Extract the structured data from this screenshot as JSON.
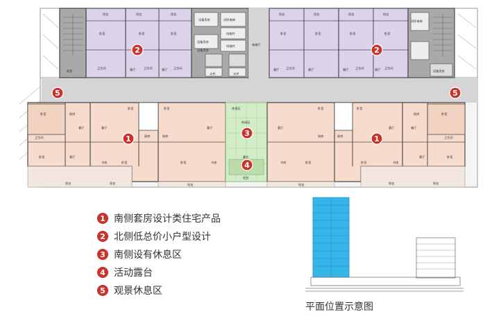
{
  "colors": {
    "badge": "#c8342c",
    "south_unit": "#f7dccd",
    "north_unit": "#dcd3ea",
    "service_core": "#a9a9a9",
    "corridor": "#d5d5d5",
    "garden": "#d3ecc8",
    "tower_blue": "#36b6e8",
    "wall": "#4a4a4a"
  },
  "legend": [
    {
      "num": "1",
      "text": "南侧套房设计类住宅产品"
    },
    {
      "num": "2",
      "text": "北侧低总价小户型设计"
    },
    {
      "num": "3",
      "text": "南侧设有休息区"
    },
    {
      "num": "4",
      "text": "活动露台"
    },
    {
      "num": "5",
      "text": "观景休息区"
    }
  ],
  "position_caption": "平面位置示意图",
  "plan_labels": {
    "balcony": "阳台",
    "bedroom": "卧室",
    "living": "客厅",
    "dining": "餐厅",
    "bathroom": "卫生间",
    "kitchen": "厨房",
    "study": "书房",
    "foyer": "前室",
    "equipment": "设备用房",
    "hall": "电梯厅",
    "fire_room": "消防电梯",
    "smoke": "排烟井",
    "well": "水井",
    "rest_area": "休息区",
    "terrace": "露台",
    "lounge": "休闲区"
  }
}
